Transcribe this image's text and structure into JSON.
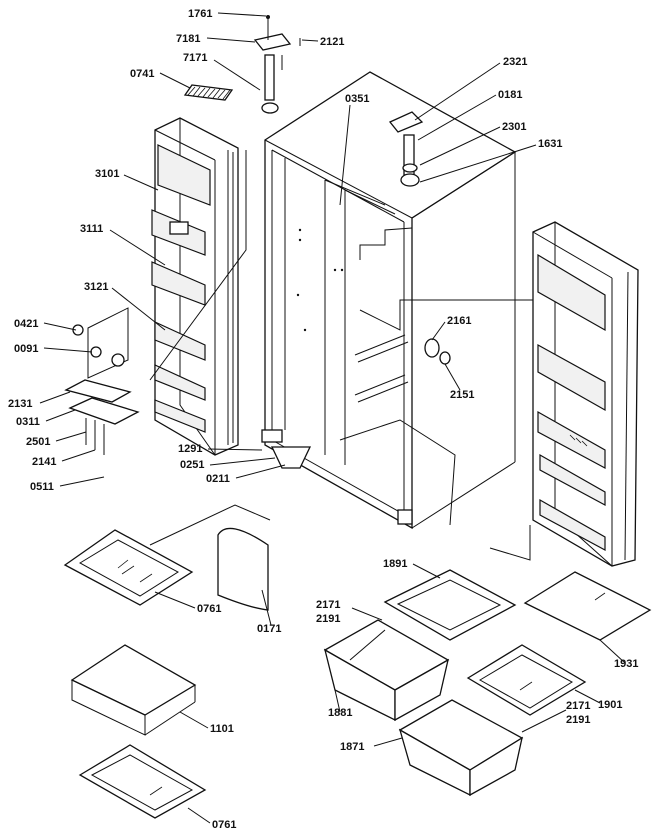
{
  "part_labels": {
    "p1761": "1761",
    "p7181": "7181",
    "p2121": "2121",
    "p7171": "7171",
    "p0741": "0741",
    "p2321": "2321",
    "p0351": "0351",
    "p0181": "0181",
    "p2301": "2301",
    "p1631": "1631",
    "p3101": "3101",
    "p3111": "3111",
    "p3121": "3121",
    "p0421": "0421",
    "p0091": "0091",
    "p2161": "2161",
    "p2151": "2151",
    "p2131": "2131",
    "p0311": "0311",
    "p2501": "2501",
    "p2141": "2141",
    "p0511": "0511",
    "p1291": "1291",
    "p0251": "0251",
    "p0211": "0211",
    "p1891": "1891",
    "p2171a": "2171",
    "p2191a": "2191",
    "p1931": "1931",
    "p0761a": "0761",
    "p0171": "0171",
    "p1881": "1881",
    "p1901": "1901",
    "p2171b": "2171",
    "p2191b": "2191",
    "p1871": "1871",
    "p1101": "1101",
    "p0761b": "0761"
  }
}
